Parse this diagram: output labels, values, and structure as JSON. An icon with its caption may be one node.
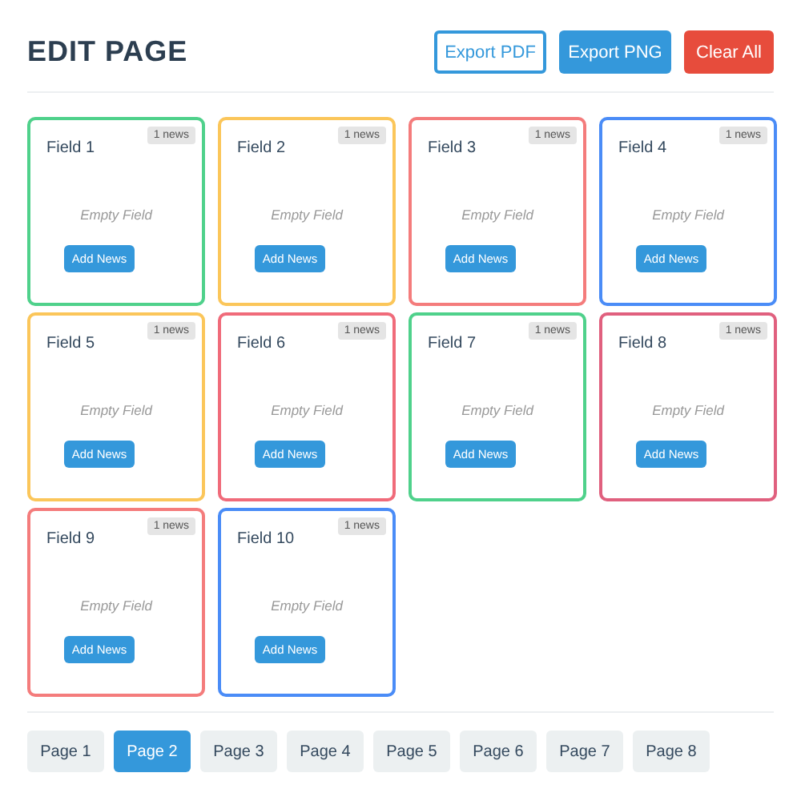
{
  "diagram": {
    "title": "EDIT PAGE",
    "nodes": [
      {
        "text": [
          "Field 1",
          "1 news",
          "Empty Field",
          "Add News"
        ]
      },
      {
        "text": [
          "Field 2",
          "1 news",
          "Empty Field",
          "Add News"
        ]
      },
      {
        "text": [
          "Field 3",
          "1 news",
          "Empty Field",
          "Add News"
        ]
      },
      {
        "text": [
          "Field 4",
          "1 news",
          "Empty Field",
          "Add News"
        ]
      },
      {
        "text": [
          "Field 5",
          "1 news",
          "Empty Field",
          "Add News"
        ]
      },
      {
        "text": [
          "Field 6",
          "1 news",
          "Empty Field",
          "Add News"
        ]
      },
      {
        "text": [
          "Field 7",
          "1 news",
          "Empty Field",
          "Add News"
        ]
      },
      {
        "text": [
          "Field 8",
          "1 news",
          "Empty Field",
          "Add News"
        ]
      },
      {
        "text": [
          "Field 9",
          "1 news",
          "Empty Field",
          "Add News"
        ]
      },
      {
        "text": [
          "Field 10",
          "1 news",
          "Empty Field",
          "Add News"
        ]
      }
    ],
    "labels": [
      "Export PDF",
      "Export PNG",
      "Clear All",
      "Page 1",
      "Page 2",
      "Page 3",
      "Page 4",
      "Page 5",
      "Page 6",
      "Page 7",
      "Page 8"
    ]
  }
}
